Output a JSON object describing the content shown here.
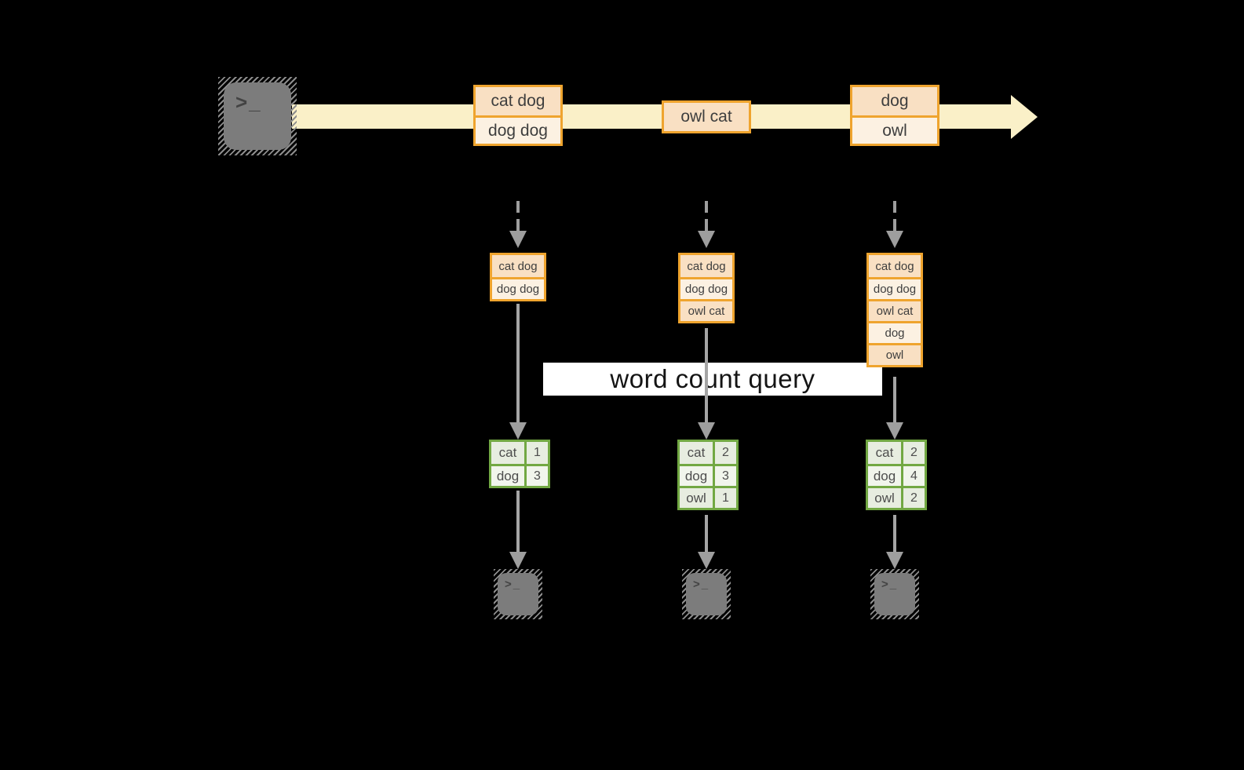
{
  "query_label": "word count query",
  "terminal_glyph": ">_",
  "stream": {
    "events": [
      {
        "cells": [
          "cat dog",
          "dog dog"
        ]
      },
      {
        "cells": [
          "owl cat"
        ]
      },
      {
        "cells": [
          "dog",
          "owl"
        ]
      }
    ]
  },
  "columns": [
    {
      "stack": [
        "cat dog",
        "dog dog"
      ],
      "counts": [
        {
          "word": "cat",
          "count": "1"
        },
        {
          "word": "dog",
          "count": "3"
        }
      ]
    },
    {
      "stack": [
        "cat dog",
        "dog dog",
        "owl cat"
      ],
      "counts": [
        {
          "word": "cat",
          "count": "2"
        },
        {
          "word": "dog",
          "count": "3"
        },
        {
          "word": "owl",
          "count": "1"
        }
      ]
    },
    {
      "stack": [
        "cat dog",
        "dog dog",
        "owl cat",
        "dog",
        "owl"
      ],
      "counts": [
        {
          "word": "cat",
          "count": "2"
        },
        {
          "word": "dog",
          "count": "4"
        },
        {
          "word": "owl",
          "count": "2"
        }
      ]
    }
  ],
  "colors": {
    "background": "#000000",
    "stream_band": "#FAF0C8",
    "event_border": "#EFA42E",
    "event_fill_dark": "#F9E0C3",
    "event_fill_light": "#FCF1E2",
    "table_border": "#72A843",
    "table_fill_a": "#E7EDE0",
    "table_fill_b": "#F1F5EC",
    "arrow_gray": "#9E9E9E",
    "terminal_gray": "#7C7C7C",
    "query_banner_bg": "#FFFFFF",
    "text_dark": "#3E3E3E"
  }
}
